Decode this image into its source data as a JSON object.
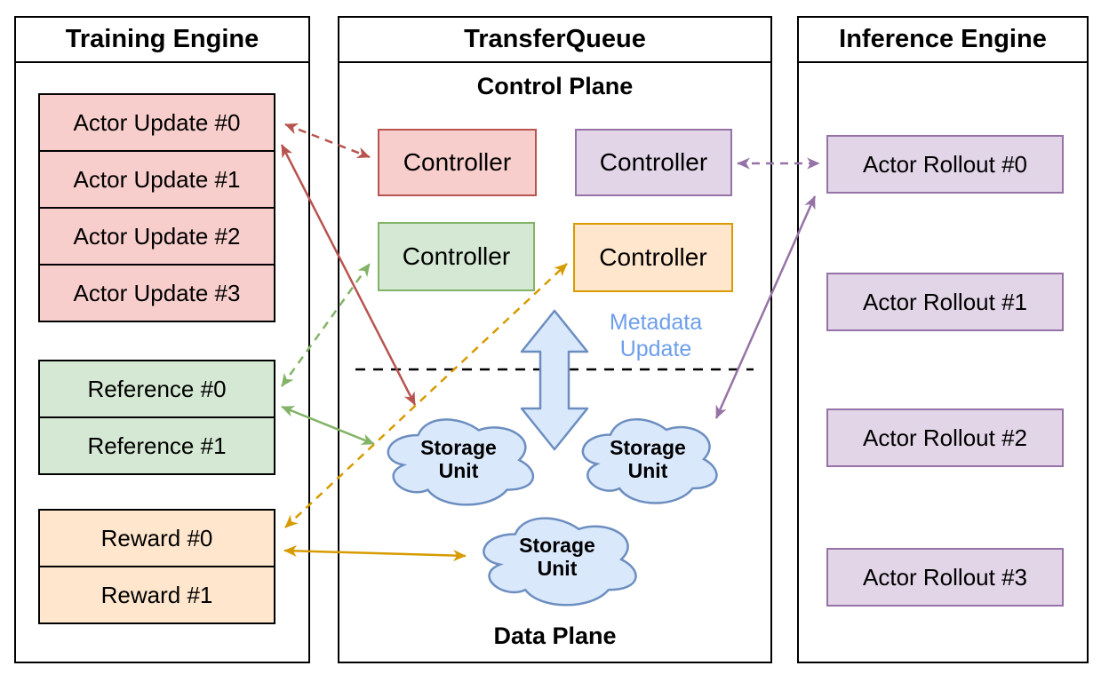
{
  "diagram": {
    "training": {
      "title": "Training Engine",
      "actor_updates": [
        "Actor Update #0",
        "Actor Update #1",
        "Actor Update #2",
        "Actor Update #3"
      ],
      "references": [
        "Reference #0",
        "Reference #1"
      ],
      "rewards": [
        "Reward #0",
        "Reward #1"
      ]
    },
    "transfer_queue": {
      "title": "TransferQueue",
      "control_plane_label": "Control Plane",
      "data_plane_label": "Data Plane",
      "metadata_update_label": "Metadata Update",
      "controllers": [
        {
          "label": "Controller",
          "color": "red"
        },
        {
          "label": "Controller",
          "color": "purple"
        },
        {
          "label": "Controller",
          "color": "green"
        },
        {
          "label": "Controller",
          "color": "orange"
        }
      ],
      "storage_units": [
        "Storage Unit",
        "Storage Unit",
        "Storage Unit"
      ]
    },
    "inference": {
      "title": "Inference Engine",
      "actor_rollouts": [
        "Actor Rollout #0",
        "Actor Rollout #1",
        "Actor Rollout #2",
        "Actor Rollout #3"
      ]
    },
    "colors": {
      "red_fill": "#f8cecc",
      "red_stroke": "#b85450",
      "green_fill": "#d5e8d4",
      "green_stroke": "#82b366",
      "orange_fill": "#ffe6cc",
      "orange_stroke": "#d79b00",
      "purple_fill": "#e1d5e7",
      "purple_stroke": "#9673a6",
      "blue_fill": "#dae8fc",
      "blue_stroke": "#6c8ebf",
      "metadata_text_color": "#6d9eeb",
      "frame_color": "#000000"
    },
    "arrows": [
      {
        "name": "actor-update-to-red-controller",
        "style": "dashed",
        "color": "red"
      },
      {
        "name": "actor-update-to-left-storage",
        "style": "solid",
        "color": "red"
      },
      {
        "name": "reference-to-green-controller",
        "style": "dashed",
        "color": "green"
      },
      {
        "name": "reference-to-left-storage",
        "style": "solid",
        "color": "green"
      },
      {
        "name": "reward-to-orange-controller",
        "style": "dashed",
        "color": "orange"
      },
      {
        "name": "reward-to-bottom-storage",
        "style": "solid",
        "color": "orange"
      },
      {
        "name": "purple-controller-to-actor-rollout",
        "style": "dashed",
        "color": "purple"
      },
      {
        "name": "right-storage-to-actor-rollout",
        "style": "solid",
        "color": "purple"
      },
      {
        "name": "metadata-update-control-data-exchange",
        "style": "block-double",
        "color": "blue"
      }
    ]
  }
}
